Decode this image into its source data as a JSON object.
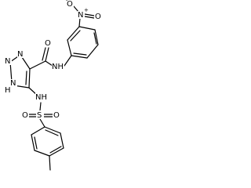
{
  "atoms": {
    "carbonyl_o": "O",
    "amide_nh": "NH",
    "nitro_n": "N",
    "nitro_plus": "+",
    "nitro_o_top": "O",
    "nitro_o_minus": "-",
    "nitro_o_right": "O",
    "triazole_n_top": "N",
    "triazole_n_left": "N",
    "triazole_nh": "N",
    "triazole_h": "H",
    "sulfonamide_nh": "NH",
    "sulfur": "S",
    "sulfonyl_o_left": "O",
    "sulfonyl_o_right": "O"
  }
}
